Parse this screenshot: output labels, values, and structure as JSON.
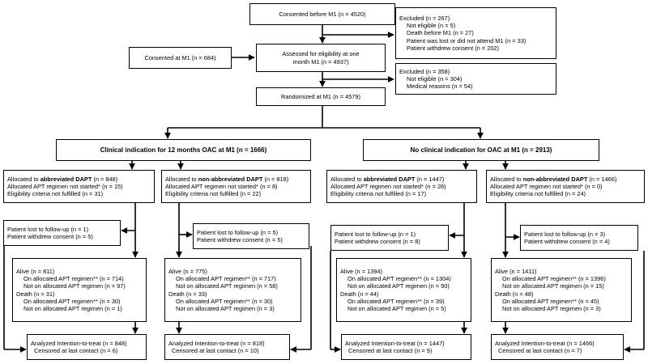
{
  "top": {
    "consented_before": "Consented before M1 (n = 4520)",
    "consented_at": "Consented at M1 (n = 684)",
    "assessed": [
      "Assessed for eligibility at one",
      "month M1 (n = 4937)"
    ],
    "randomized": "Randomized at M1 (n = 4579)",
    "excluded1": [
      "Excluded  (n = 267)",
      "Not eligible  (n = 5)",
      "Death before M1 (n = 27)",
      "Patient was lost or did not attend M1 (n = 33)",
      "Patient withdrew consent  (n = 202)"
    ],
    "excluded2": [
      "Excluded  (n = 358)",
      "Not eligible (n = 304)",
      "Medical reasons (n = 54)"
    ]
  },
  "groups": {
    "oac": "Clinical indication for 12 months OAC at M1 (n = 1666)",
    "no_oac": "No clinical indication for OAC at M1 (n = 2913)"
  },
  "arms": [
    {
      "alloc_prefix": "Allocated to ",
      "alloc_bold": "abbreviated DAPT",
      "alloc_suffix": " (n = 848)",
      "alloc_lines": [
        "Allocated APT regimen not started* (n = 15)",
        "Eligibility criteria not fulfilled (n = 31)"
      ],
      "lost": [
        "Patient lost to follow-up (n = 1)",
        "Patient withdrew consent  (n = 5)"
      ],
      "status": [
        "Alive (n = 811)",
        "On allocated APT regimen** (n = 714)",
        "Not on allocated APT regimen (n = 97)",
        "Death (n = 31)",
        "On allocated APT regimen** (n = 30)",
        "Not on allocated APT regimen (n = 1)"
      ],
      "analyzed": [
        "Analyzed Intention-to-treat (n = 848)",
        "Censored at last contact (n = 6)"
      ]
    },
    {
      "alloc_prefix": "Allocated to ",
      "alloc_bold": "non-abbreviated DAPT",
      "alloc_suffix": " (n = 818)",
      "alloc_lines": [
        "Allocated APT regimen not started* (n = 8)",
        "Eligibility criteria not fulfilled (n = 22)"
      ],
      "lost": [
        "Patient lost to follow-up (n = 5)",
        "Patient withdrew consent  (n = 5)"
      ],
      "status": [
        "Alive (n = 775)",
        "On allocated APT regimen** (n = 717)",
        "Not on allocated APT regimen (n = 58)",
        "Death (n = 33)",
        "On allocated APT regimen** (n = 30)",
        "Not on allocated APT regimen (n = 3)"
      ],
      "analyzed": [
        "Analyzed Intention-to-treat (n = 818)",
        "Censored at last contact (n = 10)"
      ]
    },
    {
      "alloc_prefix": "Allocated to ",
      "alloc_bold": "abbreviated DAPT",
      "alloc_suffix": " (n = 1447)",
      "alloc_lines": [
        "Allocated APT regimen not started* (n = 28)",
        "Eligibility criteria not fulfilled (n = 17)"
      ],
      "lost": [
        "Patient  lost to follow-up (n = 1)",
        "Patient withdrew consent  (n = 8)"
      ],
      "status": [
        "Alive (n = 1394)",
        "On allocated APT regimen** (n = 1304)",
        "Not on allocated APT regimen (n = 90)",
        "Death (n = 44)",
        "On allocated APT regimen** (n = 39)",
        "Not on allocated APT regimen (n = 5)"
      ],
      "analyzed": [
        "Analyzed Intention-to-treat (n = 1447)",
        "Censored at last contact (n = 9)"
      ]
    },
    {
      "alloc_prefix": "Allocated to ",
      "alloc_bold": "non-abbreviated DAPT",
      "alloc_suffix": " (n = 1466)",
      "alloc_lines": [
        "Allocated APT regimen not started* (n = 0)",
        "Eligibility criteria not fulfilled (n = 24)"
      ],
      "lost": [
        "Patient lost to follow-up (n = 3)",
        "Patient withdrew consent  (n = 4)"
      ],
      "status": [
        "Alive (n = 1411)",
        "On allocated APT regimen** (n = 1396)",
        "Not on allocated APT regimen (n = 15)",
        "Death (n = 48)",
        "On allocated APT regimen** (n = 45)",
        "Not on allocated APT regimen (n = 3)"
      ],
      "analyzed": [
        "Analyzed Intention-to-treat (n = 1466)",
        "Censored at last contact (n = 7)"
      ]
    }
  ]
}
